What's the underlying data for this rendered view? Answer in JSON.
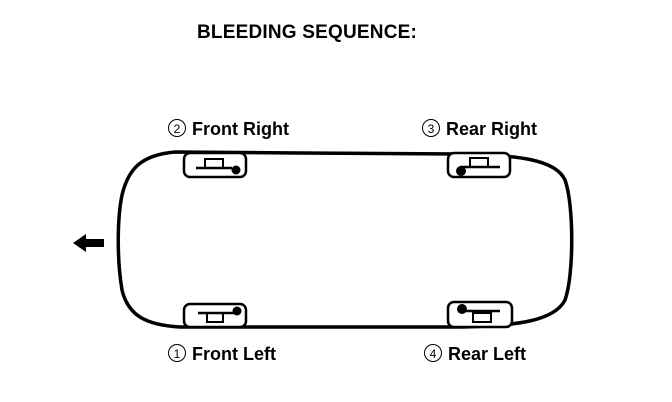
{
  "title": "BLEEDING SEQUENCE:",
  "direction_indicator": "front-arrow-left",
  "wheels": [
    {
      "order": "1",
      "label": "Front Left"
    },
    {
      "order": "2",
      "label": "Front Right"
    },
    {
      "order": "3",
      "label": "Rear Right"
    },
    {
      "order": "4",
      "label": "Rear Left"
    }
  ],
  "colors": {
    "ink": "#000000",
    "background": "#ffffff"
  }
}
